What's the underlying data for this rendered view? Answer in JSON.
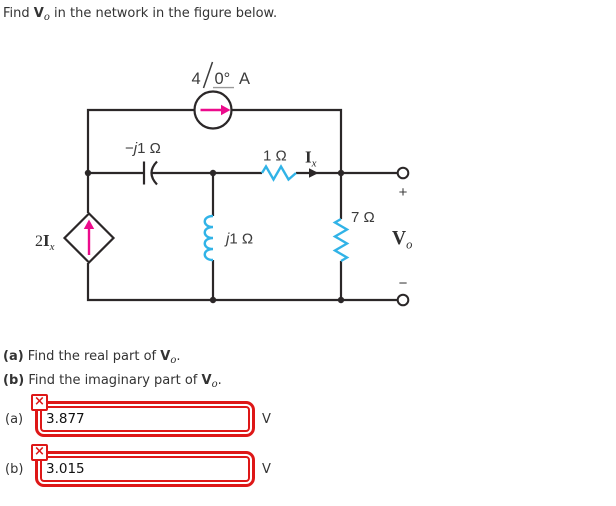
{
  "title": {
    "pre": "Find ",
    "var": "V",
    "sub": "o",
    "post": " in the network in the figure below."
  },
  "figure": {
    "labels": {
      "source": {
        "magnitude": "4",
        "angle": "0°",
        "unit": "A"
      },
      "capacitor": {
        "pre": "−",
        "j": "j",
        "rest": "1 Ω"
      },
      "resistor1": "1 Ω",
      "resistor7": "7 Ω",
      "inductor": {
        "j": "j",
        "rest": "1 Ω"
      },
      "ix": {
        "base": "I",
        "sub": "x"
      },
      "vo": {
        "base": "V",
        "sub": "o"
      },
      "dependent_source": {
        "coef": "2",
        "base": "I",
        "sub": "x"
      },
      "plus": "+",
      "minus": "−"
    },
    "colors": {
      "wire": "#2b2728",
      "component_blue": "#31b3e7",
      "arrow_magenta": "#ec0b8c",
      "label_gray": "#3c3c3c"
    }
  },
  "questions": [
    {
      "label": "(a)",
      "text": " Find the real part of ",
      "var": "V",
      "sub": "o",
      "end": "."
    },
    {
      "label": "(b)",
      "text": " Find the imaginary part of ",
      "var": "V",
      "sub": "o",
      "end": "."
    }
  ],
  "answers": [
    {
      "label": "(a)",
      "value": "3.877",
      "unit": "V",
      "icon": "×",
      "status": "incorrect"
    },
    {
      "label": "(b)",
      "value": "3.015",
      "unit": "V",
      "icon": "×",
      "status": "incorrect"
    }
  ],
  "error_color": "#de1717"
}
